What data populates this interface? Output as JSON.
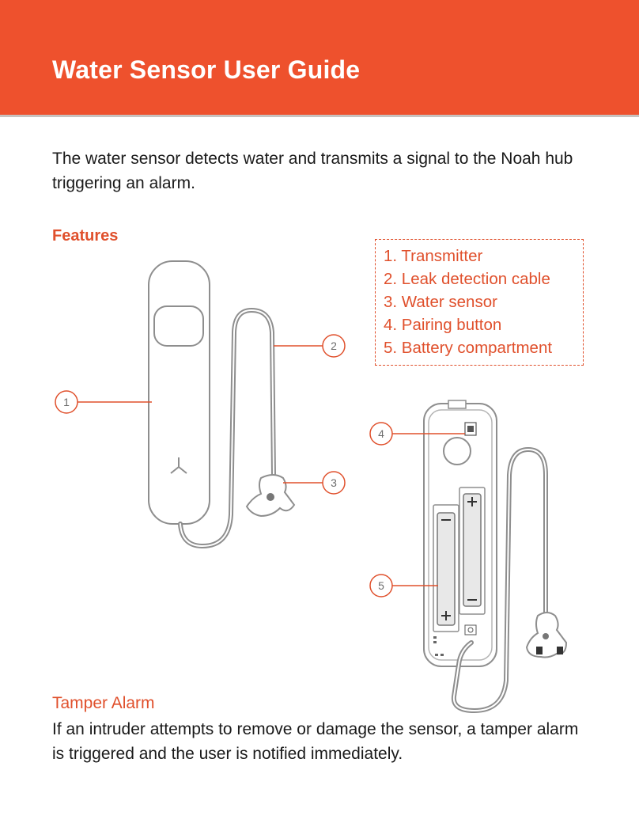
{
  "header": {
    "title": "Water Sensor User Guide"
  },
  "intro": "The water sensor detects water and transmits a signal to the Noah hub triggering an alarm.",
  "features": {
    "heading": "Features",
    "items": [
      "1. Transmitter",
      "2. Leak detection cable",
      "3. Water sensor",
      "4. Pairing button",
      "5. Battery compartment"
    ]
  },
  "callouts": [
    "1",
    "2",
    "3",
    "4",
    "5"
  ],
  "tamper": {
    "heading": "Tamper Alarm",
    "text": "If an intruder attempts to remove or damage the sensor, a tamper alarm is triggered and the user is notified immediately."
  },
  "colors": {
    "accent": "#ee512d",
    "accent_text": "#e0502c",
    "drawing": "#8a8a8a"
  }
}
